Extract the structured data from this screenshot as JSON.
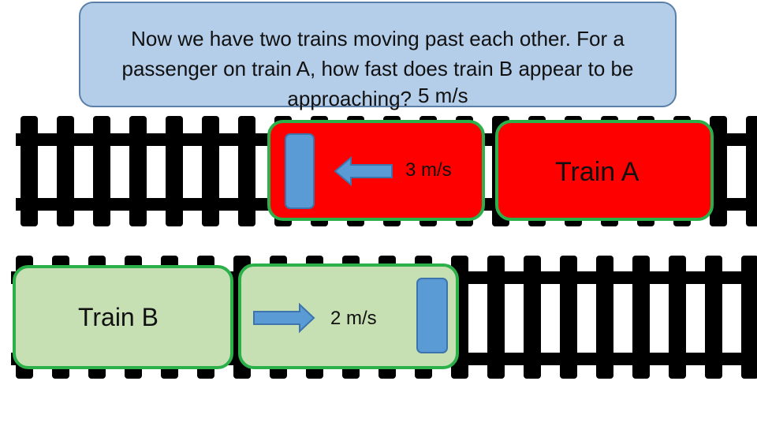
{
  "question": {
    "line1": "Now we have two trains moving past each other. For a",
    "line2": "passenger on train A, how fast does train B appear to be",
    "line3": "approaching?",
    "answer": "5 m/s"
  },
  "train_a": {
    "name": "Train A",
    "speed_label": "3 m/s",
    "direction": "left",
    "color": "#ff0000"
  },
  "train_b": {
    "name": "Train B",
    "speed_label": "2 m/s",
    "direction": "right",
    "color": "#c6e0b4"
  },
  "colors": {
    "question_box": "#b4cde9",
    "car_border": "#2bb04a",
    "window": "#5b9bd5",
    "arrow": "#5b9bd5",
    "track": "#000000"
  }
}
